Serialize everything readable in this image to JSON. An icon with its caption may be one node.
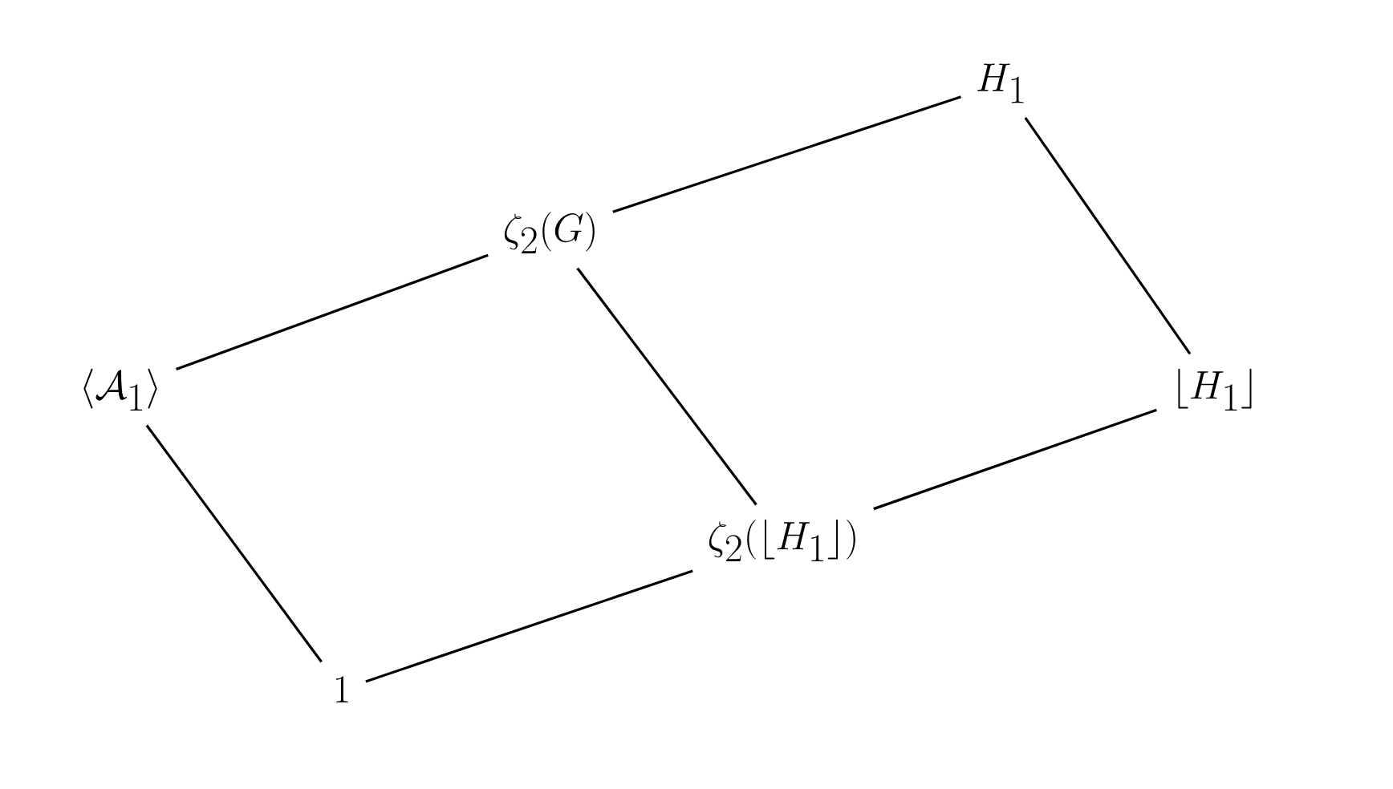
{
  "diagram": {
    "nodes": [
      {
        "text": [
          "H_1"
        ]
      },
      {
        "text": [
          "\\zeta_2(G)"
        ]
      },
      {
        "text": [
          "\\langle \\mathcal{A}_1 \\rangle"
        ]
      },
      {
        "text": [
          "\\lfloor H_1 \\rfloor"
        ]
      },
      {
        "text": [
          "\\zeta_2(\\lfloor H_1 \\rfloor)"
        ]
      },
      {
        "text": [
          "1"
        ]
      }
    ],
    "edges": [
      {
        "from": 1,
        "to": 0,
        "arrow": "none"
      },
      {
        "from": 2,
        "to": 1,
        "arrow": "none"
      },
      {
        "from": 0,
        "to": 3,
        "arrow": "none"
      },
      {
        "from": 1,
        "to": 4,
        "arrow": "none"
      },
      {
        "from": 2,
        "to": 5,
        "arrow": "none"
      },
      {
        "from": 4,
        "to": 3,
        "arrow": "none"
      },
      {
        "from": 5,
        "to": 4,
        "arrow": "none"
      }
    ]
  }
}
